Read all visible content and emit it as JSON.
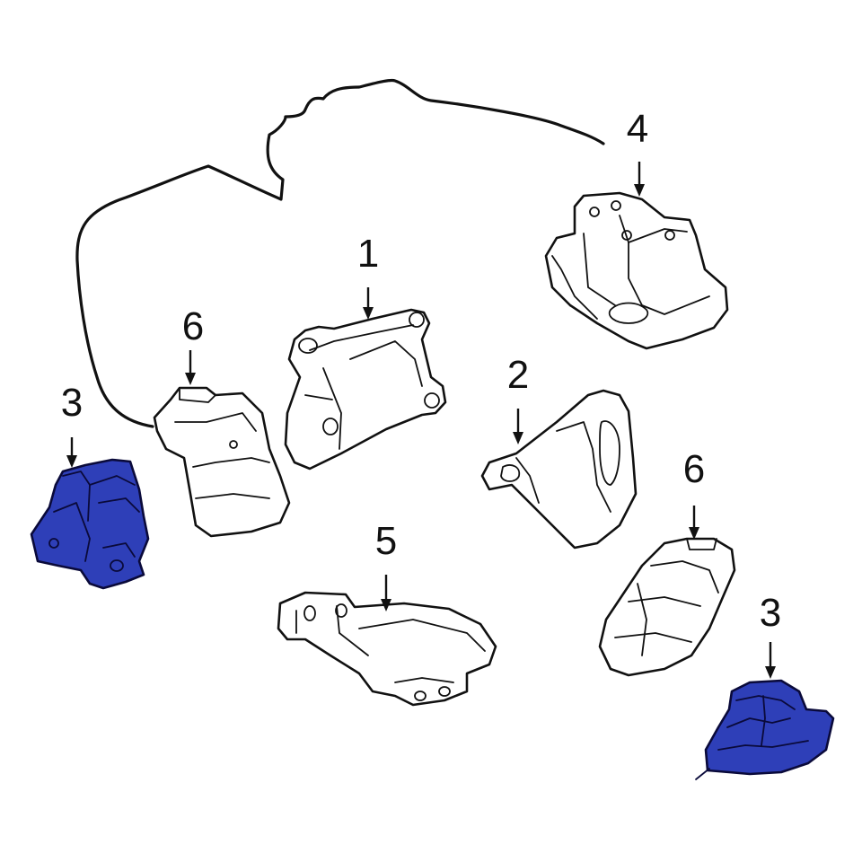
{
  "diagram": {
    "highlight_color": "#2e3fb8",
    "outline_color": "#111111",
    "background": "#ffffff",
    "callouts": [
      {
        "id": "c1",
        "label": "1"
      },
      {
        "id": "c2",
        "label": "2"
      },
      {
        "id": "c3a",
        "label": "3"
      },
      {
        "id": "c3b",
        "label": "3"
      },
      {
        "id": "c4",
        "label": "4"
      },
      {
        "id": "c5",
        "label": "5"
      },
      {
        "id": "c6a",
        "label": "6"
      },
      {
        "id": "c6b",
        "label": "6"
      }
    ]
  }
}
